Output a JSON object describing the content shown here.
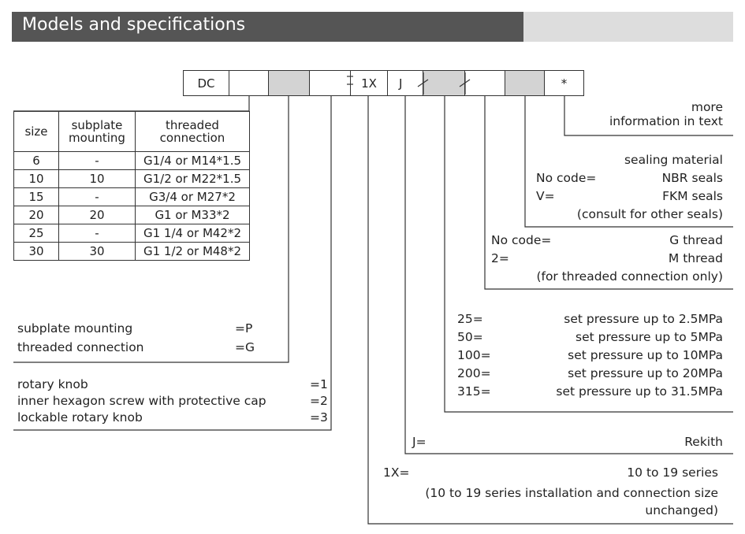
{
  "header": {
    "title": "Models and specifications"
  },
  "code_cells": [
    "DC",
    "",
    "",
    "",
    "1X",
    "J",
    "",
    "",
    "",
    "*"
  ],
  "table": {
    "headers": [
      "size",
      "subplate mounting",
      "threaded connection"
    ],
    "rows": [
      [
        "6",
        "-",
        "G1/4 or M14*1.5"
      ],
      [
        "10",
        "10",
        "G1/2 or M22*1.5"
      ],
      [
        "15",
        "-",
        "G3/4 or M27*2"
      ],
      [
        "20",
        "20",
        "G1 or M33*2"
      ],
      [
        "25",
        "-",
        "G1 1/4 or M42*2"
      ],
      [
        "30",
        "30",
        "G1 1/2 or M48*2"
      ]
    ]
  },
  "more": {
    "line1": "more",
    "line2": "information in text"
  },
  "sealing": {
    "title": "sealing material",
    "nocode": "No code=",
    "nbr": "NBR seals",
    "v": "V=",
    "fkm": "FKM seals",
    "consult": "(consult for other seals)"
  },
  "thread": {
    "nocode": "No code=",
    "g": "G thread",
    "two": "2=",
    "m": "M thread",
    "note": "(for threaded connection only)"
  },
  "pressure": [
    {
      "code": "25=",
      "desc": "set pressure up to 2.5MPa"
    },
    {
      "code": "50=",
      "desc": "set pressure up to 5MPa"
    },
    {
      "code": "100=",
      "desc": "set pressure up to 10MPa"
    },
    {
      "code": "200=",
      "desc": "set pressure up to 20MPa"
    },
    {
      "code": "315=",
      "desc": "set pressure up to 31.5MPa"
    }
  ],
  "mounting": [
    {
      "label": "subplate mounting",
      "code": "=P"
    },
    {
      "label": "threaded connection",
      "code": "=G"
    }
  ],
  "adjust": [
    {
      "label": "rotary knob",
      "code": "=1"
    },
    {
      "label": "inner hexagon screw with protective cap",
      "code": "=2"
    },
    {
      "label": "lockable rotary knob",
      "code": "=3"
    }
  ],
  "rekith": {
    "code": "J=",
    "label": "Rekith"
  },
  "series": {
    "code": "1X=",
    "label": "10 to 19 series",
    "note1": "(10 to 19 series installation and connection size",
    "note2": "unchanged)"
  }
}
